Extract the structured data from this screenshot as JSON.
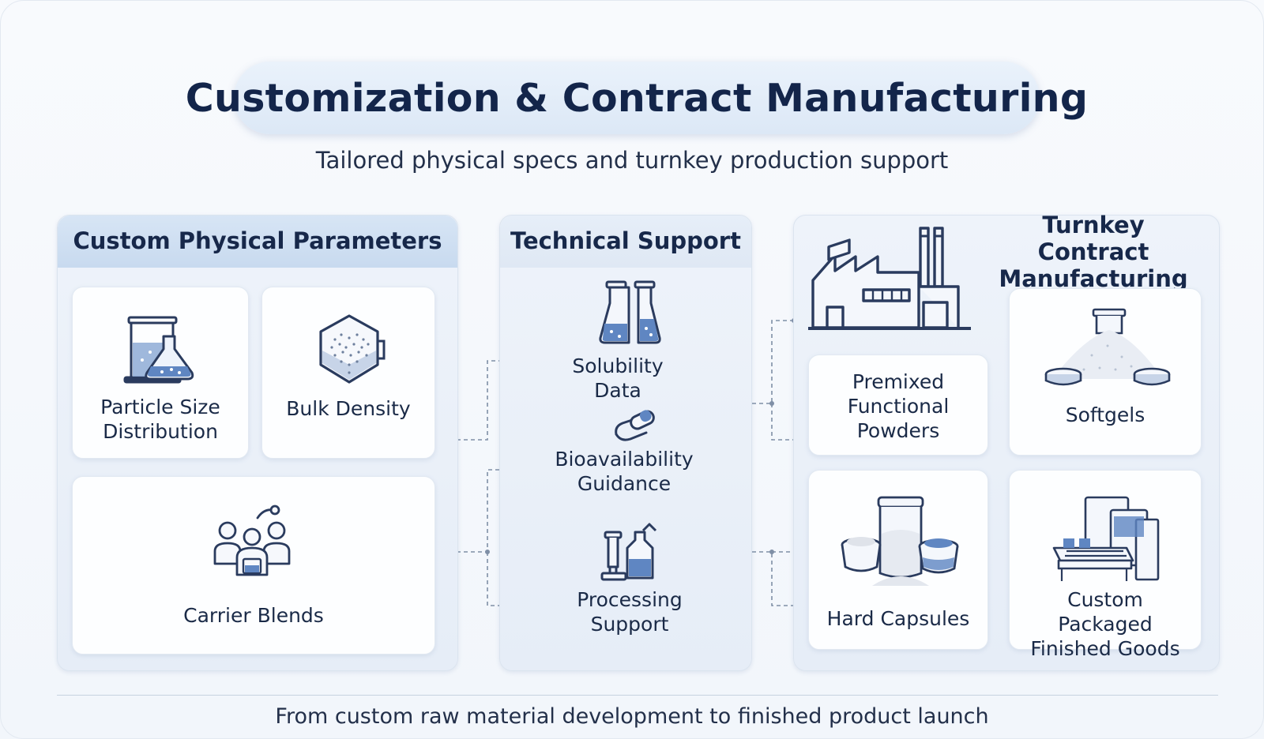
{
  "header": {
    "title": "Customization & Contract Manufacturing",
    "subtitle": "Tailored physical specs and turnkey production support"
  },
  "panels": {
    "custom_physical": {
      "title": "Custom Physical Parameters",
      "cards": {
        "psd": {
          "label": "Particle Size Distribution",
          "icon": "beaker-flask-icon"
        },
        "bulk": {
          "label": "Bulk Density",
          "icon": "powder-cube-icon"
        },
        "carrier": {
          "label": "Carrier Blends",
          "icon": "team-blending-icon"
        }
      }
    },
    "technical_support": {
      "title": "Technical Support",
      "items": {
        "solubility": {
          "label": "Solubility Data",
          "icon": "test-tubes-icon"
        },
        "bioavailability": {
          "label": "Bioavailability Guidance",
          "icon": "capsule-hand-icon"
        },
        "processing": {
          "label": "Processing Support",
          "icon": "lab-equipment-icon"
        }
      }
    },
    "turnkey": {
      "title": "Turnkey Contract Manufacturing",
      "factory_icon": "factory-icon",
      "cards": {
        "premixed": {
          "label": "Premixed Functional Powders"
        },
        "softgels": {
          "label": "Softgels",
          "icon": "powder-pile-icon"
        },
        "hard_capsules": {
          "label": "Hard Capsules",
          "icon": "powder-jars-icon"
        },
        "packaged": {
          "label": "Custom Packaged Finished Goods",
          "icon": "packaging-line-icon"
        }
      }
    }
  },
  "footer": {
    "text": "From custom raw material development to finished product launch"
  },
  "colors": {
    "navy": "#13254a",
    "accent_blue": "#5f86c2",
    "icon_stroke": "#2a3b5e",
    "panel_bg": "#e9eff8"
  }
}
